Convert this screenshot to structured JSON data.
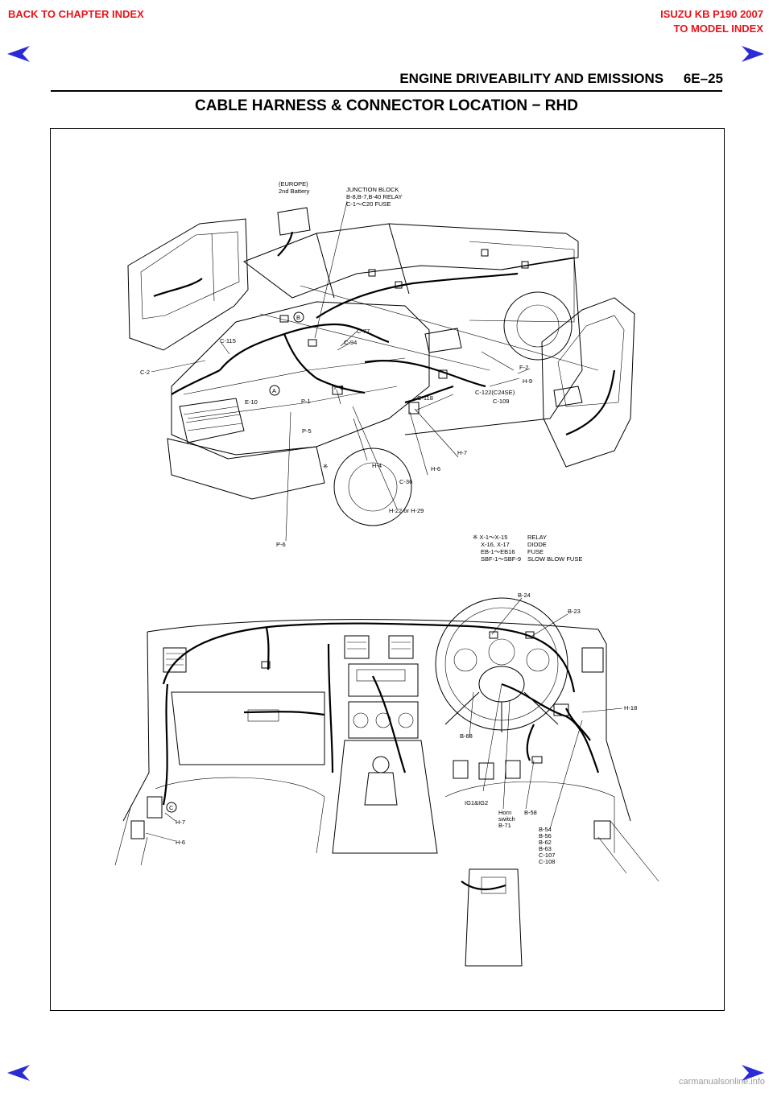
{
  "nav": {
    "back_chapter": "BACK TO CHAPTER INDEX",
    "model_title": "ISUZU KB P190 2007",
    "to_model": "TO MODEL INDEX"
  },
  "header": {
    "section": "ENGINE DRIVEABILITY AND EMISSIONS",
    "page": "6E–25"
  },
  "title": "CABLE HARNESS & CONNECTOR LOCATION − RHD",
  "diagram": {
    "top_labels": {
      "europe": "(EUROPE)",
      "battery": "2nd Battery",
      "jb1": "JUNCTION BLOCK",
      "jb2": "B-8,B-7,B-40 RELAY",
      "jb3": "C-1～C20 FUSE",
      "c77": "C-77",
      "c94": "C-94",
      "c115": "C-115",
      "c2": "C-2",
      "e10": "E-10",
      "p1": "P-1",
      "p2": "P-2",
      "p5": "P-5",
      "p6": "P-6",
      "c118": "C-118",
      "c122": "C-122(C24SE)",
      "c109": "C-109",
      "f2": "F-2",
      "h9": "H-9",
      "h7": "H-7",
      "h6": "H-6",
      "h4": "H-4",
      "c36": "C-36",
      "h22": "H-22 or H-29",
      "mark": "※",
      "circle_a": "A",
      "circle_b": "B"
    },
    "legend": {
      "row1_code": "※ X-1～X-15",
      "row1_desc": "RELAY",
      "row2_code": "X-16, X-17",
      "row2_desc": "DIODE",
      "row3_code": "EB-1～EB16",
      "row3_desc": "FUSE",
      "row4_code": "SBF-1～SBF-9",
      "row4_desc": "SLOW BLOW FUSE"
    },
    "bottom_labels": {
      "b24": "B-24",
      "b23": "B-23",
      "h18": "H-18",
      "b68": "B-68",
      "ig": "IG1&IG2",
      "horn1": "Horn",
      "horn2": "switch",
      "horn3": "B-71",
      "b58": "B-58",
      "b54": "B-54",
      "b56": "B-56",
      "b62": "B-62",
      "b63": "B-63",
      "c107": "C-107",
      "c108": "C-108",
      "h7": "H-7",
      "h6": "H-6",
      "circle_c": "C"
    }
  },
  "watermark": "carmanualsonline.info",
  "colors": {
    "nav": "#e8141b",
    "arrow": "#2b2bd6"
  }
}
